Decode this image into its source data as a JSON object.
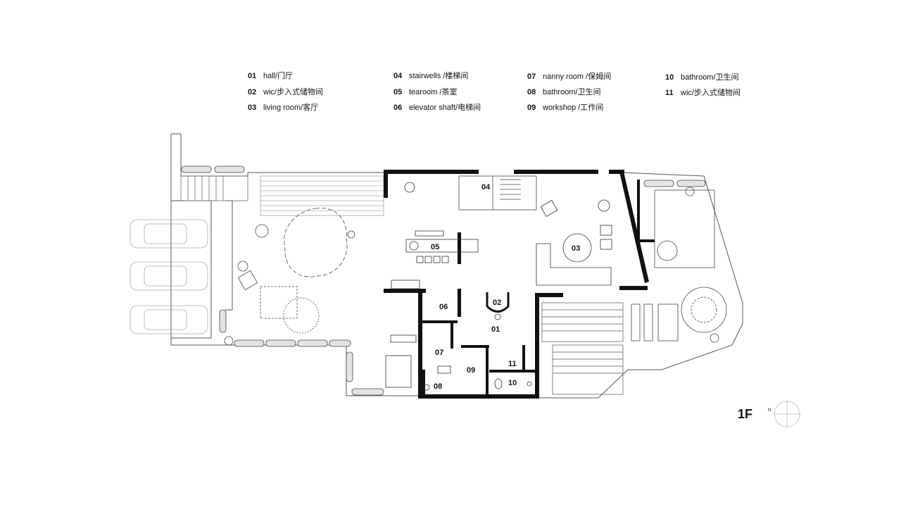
{
  "legend": [
    {
      "num": "01",
      "text": "hall/门厅"
    },
    {
      "num": "02",
      "text": "wic/步入式储物间"
    },
    {
      "num": "03",
      "text": "living room/客厅"
    },
    {
      "num": "04",
      "text": "stairwells /楼梯间"
    },
    {
      "num": "05",
      "text": "tearoom /茶室"
    },
    {
      "num": "06",
      "text": "elevator shaft/电梯间"
    },
    {
      "num": "07",
      "text": "nanny room /保姆间"
    },
    {
      "num": "08",
      "text": "bathroom/卫生间"
    },
    {
      "num": "09",
      "text": "workshop /工作间"
    },
    {
      "num": "10",
      "text": "bathroom/卫生间"
    },
    {
      "num": "11",
      "text": "wic/步入式储物间"
    }
  ],
  "rooms": [
    "01",
    "02",
    "03",
    "04",
    "05",
    "06",
    "07",
    "08",
    "09",
    "10",
    "11"
  ],
  "floor": "1F",
  "north": "N"
}
